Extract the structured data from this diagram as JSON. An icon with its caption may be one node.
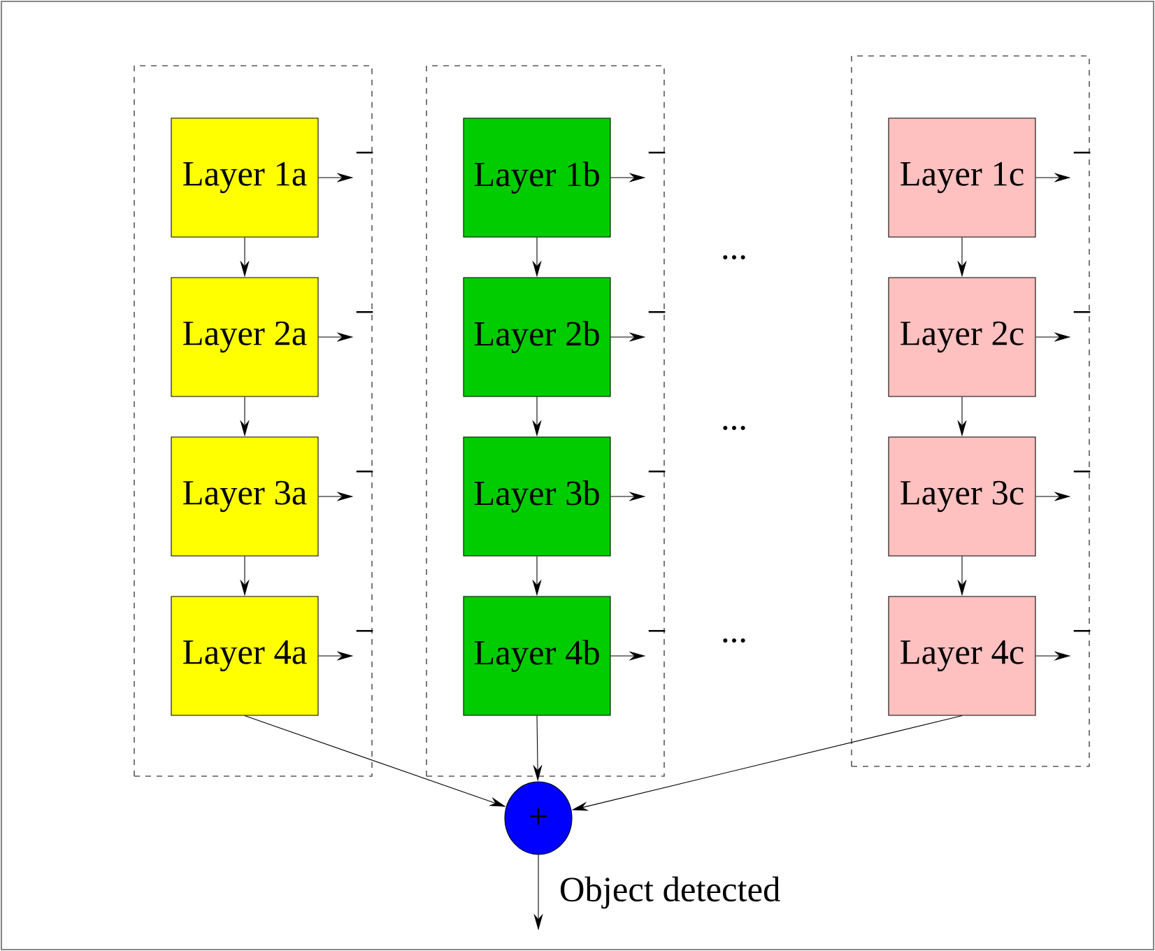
{
  "diagram": {
    "nodes": [
      {
        "text": [],
        "shape": "box"
      },
      {
        "text": [
          "Layer 1a"
        ],
        "in": 0
      },
      {
        "text": [
          "Layer 2a"
        ],
        "in": 0
      },
      {
        "text": [
          "Layer 3a"
        ],
        "in": 0
      },
      {
        "text": [
          "Layer 4a"
        ],
        "in": 0
      },
      {
        "text": [],
        "shape": "box"
      },
      {
        "text": [
          "Layer 1b"
        ],
        "in": 5
      },
      {
        "text": [
          "Layer 2b"
        ],
        "in": 5
      },
      {
        "text": [
          "Layer 3b"
        ],
        "in": 5
      },
      {
        "text": [
          "Layer 4b"
        ],
        "in": 5
      },
      {
        "text": [],
        "shape": "box"
      },
      {
        "text": [
          "Layer 1c"
        ],
        "in": 10
      },
      {
        "text": [
          "Layer 2c"
        ],
        "in": 10
      },
      {
        "text": [
          "Layer 3c"
        ],
        "in": 10
      },
      {
        "text": [
          "Layer 4c"
        ],
        "in": 10
      },
      {
        "text": [
          "+"
        ]
      }
    ],
    "edges": [
      {
        "from": 1,
        "to": 2,
        "arrow": "to"
      },
      {
        "from": 2,
        "to": 3,
        "arrow": "to"
      },
      {
        "from": 3,
        "to": 4,
        "arrow": "to"
      },
      {
        "from": 6,
        "to": 7,
        "arrow": "to"
      },
      {
        "from": 7,
        "to": 8,
        "arrow": "to"
      },
      {
        "from": 8,
        "to": 9,
        "arrow": "to"
      },
      {
        "from": 11,
        "to": 12,
        "arrow": "to"
      },
      {
        "from": 12,
        "to": 13,
        "arrow": "to"
      },
      {
        "from": 13,
        "to": 14,
        "arrow": "to"
      },
      {
        "from": 1,
        "to": null,
        "arrow": "to",
        "label": "−"
      },
      {
        "from": 2,
        "to": null,
        "arrow": "to",
        "label": "−"
      },
      {
        "from": 3,
        "to": null,
        "arrow": "to",
        "label": "−"
      },
      {
        "from": 4,
        "to": null,
        "arrow": "to",
        "label": "−"
      },
      {
        "from": 6,
        "to": null,
        "arrow": "to",
        "label": "−"
      },
      {
        "from": 7,
        "to": null,
        "arrow": "to",
        "label": "−"
      },
      {
        "from": 8,
        "to": null,
        "arrow": "to",
        "label": "−"
      },
      {
        "from": 9,
        "to": null,
        "arrow": "to",
        "label": "−"
      },
      {
        "from": 11,
        "to": null,
        "arrow": "to",
        "label": "−"
      },
      {
        "from": 12,
        "to": null,
        "arrow": "to",
        "label": "−"
      },
      {
        "from": 13,
        "to": null,
        "arrow": "to",
        "label": "−"
      },
      {
        "from": 14,
        "to": null,
        "arrow": "to",
        "label": "−"
      },
      {
        "from": 4,
        "to": 15,
        "arrow": "to"
      },
      {
        "from": 9,
        "to": 15,
        "arrow": "to"
      },
      {
        "from": 14,
        "to": 15,
        "arrow": "to"
      },
      {
        "from": 15,
        "to": null,
        "arrow": "to",
        "label": "Object detected"
      }
    ],
    "labels": [
      "...",
      "...",
      "..."
    ]
  }
}
